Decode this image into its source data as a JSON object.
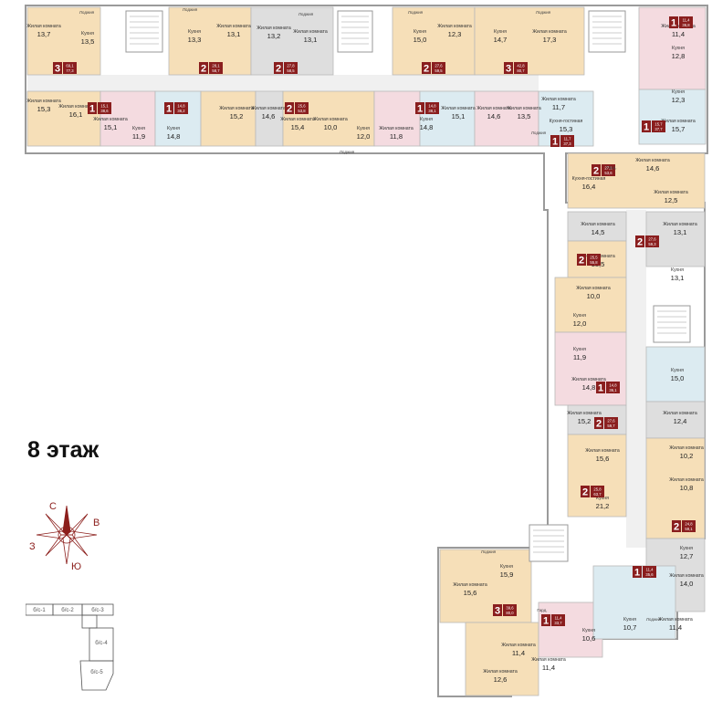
{
  "floor_label": "8 этаж",
  "compass": {
    "north": "С",
    "east": "В",
    "south": "Ю",
    "west": "З",
    "color": "#8c1f1c"
  },
  "colors": {
    "wall": "#9a9a9a",
    "line": "#b9b9b9",
    "corridor": "#f0f0f0",
    "yellow": "#f6dfb8",
    "pink": "#f4dbe0",
    "blue": "#dcebf1",
    "grey": "#dedede",
    "badge": "#8a1e1e"
  },
  "keymap": {
    "labels": [
      "б/с-1",
      "б/с-2",
      "б/с-3",
      "б/с-4",
      "б/с-5"
    ]
  },
  "rooms": [
    {
      "name": "Жилая комната",
      "area": "13,7"
    },
    {
      "name": "Кухня",
      "area": "13,5"
    },
    {
      "name": "Кухня",
      "area": "13,3"
    },
    {
      "name": "Жилая комната",
      "area": "13,1"
    },
    {
      "name": "Жилая комната",
      "area": "13,2"
    },
    {
      "name": "Жилая комната",
      "area": "13,1"
    },
    {
      "name": "Кухня",
      "area": "15,0"
    },
    {
      "name": "Жилая комната",
      "area": "12,3"
    },
    {
      "name": "Кухня",
      "area": "14,7"
    },
    {
      "name": "Жилая комната",
      "area": "17,3"
    },
    {
      "name": "Жилая комната",
      "area": "11,4"
    },
    {
      "name": "Кухня",
      "area": "12,8"
    },
    {
      "name": "Жилая комната",
      "area": "15,3"
    },
    {
      "name": "Жилая комната",
      "area": "16,1"
    },
    {
      "name": "Жилая комната",
      "area": "15,1"
    },
    {
      "name": "Кухня",
      "area": "11,9"
    },
    {
      "name": "Кухня",
      "area": "14,8"
    },
    {
      "name": "Жилая комната",
      "area": "15,2"
    },
    {
      "name": "Жилая комната",
      "area": "14,6"
    },
    {
      "name": "Жилая комната",
      "area": "15,4"
    },
    {
      "name": "Жилая комната",
      "area": "10,0"
    },
    {
      "name": "Кухня",
      "area": "12,0"
    },
    {
      "name": "Жилая комната",
      "area": "11,8"
    },
    {
      "name": "Кухня",
      "area": "14,8"
    },
    {
      "name": "Жилая комната",
      "area": "15,1"
    },
    {
      "name": "Жилая комната",
      "area": "14,6"
    },
    {
      "name": "Жилая комната",
      "area": "13,5"
    },
    {
      "name": "Жилая комната",
      "area": "11,7"
    },
    {
      "name": "Кухня-гостиная",
      "area": "15,3"
    },
    {
      "name": "Кухня",
      "area": "12,3"
    },
    {
      "name": "Жилая комната",
      "area": "15,7"
    },
    {
      "name": "Кухня-гостиная",
      "area": "16,4"
    },
    {
      "name": "Жилая комната",
      "area": "14,6"
    },
    {
      "name": "Жилая комната",
      "area": "12,5"
    },
    {
      "name": "Жилая комната",
      "area": "14,5"
    },
    {
      "name": "Жилая комната",
      "area": "13,1"
    },
    {
      "name": "Жилая комната",
      "area": "15,5"
    },
    {
      "name": "Кухня",
      "area": "13,1"
    },
    {
      "name": "Жилая комната",
      "area": "10,0"
    },
    {
      "name": "Кухня",
      "area": "12,0"
    },
    {
      "name": "Кухня",
      "area": "11,9"
    },
    {
      "name": "Жилая комната",
      "area": "14,8"
    },
    {
      "name": "Кухня",
      "area": "15,0"
    },
    {
      "name": "Жилая комната",
      "area": "15,2"
    },
    {
      "name": "Жилая комната",
      "area": "12,4"
    },
    {
      "name": "Жилая комната",
      "area": "15,6"
    },
    {
      "name": "Жилая комната",
      "area": "10,2"
    },
    {
      "name": "Жилая комната",
      "area": "10,8"
    },
    {
      "name": "Кухня",
      "area": "21,2"
    },
    {
      "name": "Кухня",
      "area": "12,7"
    },
    {
      "name": "Жилая комната",
      "area": "14,0"
    },
    {
      "name": "Кухня",
      "area": "15,9"
    },
    {
      "name": "Жилая комната",
      "area": "15,6"
    },
    {
      "name": "Жилая комната",
      "area": "11,4"
    },
    {
      "name": "Жилая комната",
      "area": "12,6"
    },
    {
      "name": "Кухня",
      "area": "10,6"
    },
    {
      "name": "Жилая комната",
      "area": "11,4"
    },
    {
      "name": "Кухня",
      "area": "10,7"
    },
    {
      "name": "Жилая комната",
      "area": "11,4"
    }
  ],
  "apartments": [
    {
      "rooms": "3",
      "area": "69,1",
      "total": "77,3"
    },
    {
      "rooms": "2",
      "area": "28,1",
      "total": "58,7"
    },
    {
      "rooms": "2",
      "area": "27,8",
      "total": "58,5"
    },
    {
      "rooms": "2",
      "area": "27,6",
      "total": "59,5"
    },
    {
      "rooms": "3",
      "area": "42,8",
      "total": "80,7"
    },
    {
      "rooms": "1",
      "area": "11,4",
      "total": "36,8"
    },
    {
      "rooms": "1",
      "area": "15,1",
      "total": "38,6"
    },
    {
      "rooms": "1",
      "area": "14,8",
      "total": "36,2"
    },
    {
      "rooms": "2",
      "area": "25,6",
      "total": "53,8"
    },
    {
      "rooms": "1",
      "area": "14,8",
      "total": "38,1"
    },
    {
      "rooms": "1",
      "area": "15,7",
      "total": "37,7"
    },
    {
      "rooms": "1",
      "area": "11,7",
      "total": "37,3"
    },
    {
      "rooms": "2",
      "area": "27,1",
      "total": "53,6"
    },
    {
      "rooms": "2",
      "area": "27,6",
      "total": "59,3"
    },
    {
      "rooms": "2",
      "area": "25,5",
      "total": "55,8"
    },
    {
      "rooms": "1",
      "area": "14,8",
      "total": "36,1"
    },
    {
      "rooms": "2",
      "area": "27,6",
      "total": "59,7"
    },
    {
      "rooms": "2",
      "area": "25,8",
      "total": "63,7"
    },
    {
      "rooms": "2",
      "area": "24,8",
      "total": "59,1"
    },
    {
      "rooms": "1",
      "area": "11,4",
      "total": "35,6"
    },
    {
      "rooms": "3",
      "area": "39,6",
      "total": "80,0"
    },
    {
      "rooms": "1",
      "area": "11,4",
      "total": "33,7"
    }
  ],
  "service": {
    "loggia": "Лоджия",
    "garderobe": "Гард."
  }
}
